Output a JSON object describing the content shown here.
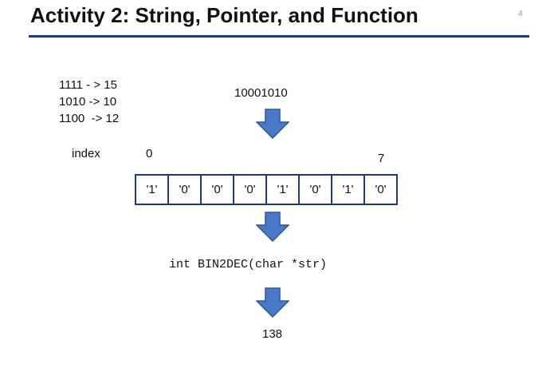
{
  "slide": {
    "title": "Activity 2:  String, Pointer, and Function",
    "page_number": "4"
  },
  "examples": [
    "1111 - > 15",
    "1010 -> 10",
    "1100  -> 12"
  ],
  "binary_input": "10001010",
  "index": {
    "label": "index",
    "start": "0",
    "end": "7"
  },
  "char_array": [
    "'1'",
    "'0'",
    "'0'",
    "'0'",
    "'1'",
    "'0'",
    "'1'",
    "'0'"
  ],
  "function_signature": "int BIN2DEC(char *str)",
  "result": "138",
  "colors": {
    "arrow_fill": "#4a7ac7",
    "arrow_stroke": "#2f5597",
    "rule": "#1f3a7a",
    "cell_border": "#1f3a7a"
  },
  "icons": [
    "down-arrow-icon"
  ]
}
